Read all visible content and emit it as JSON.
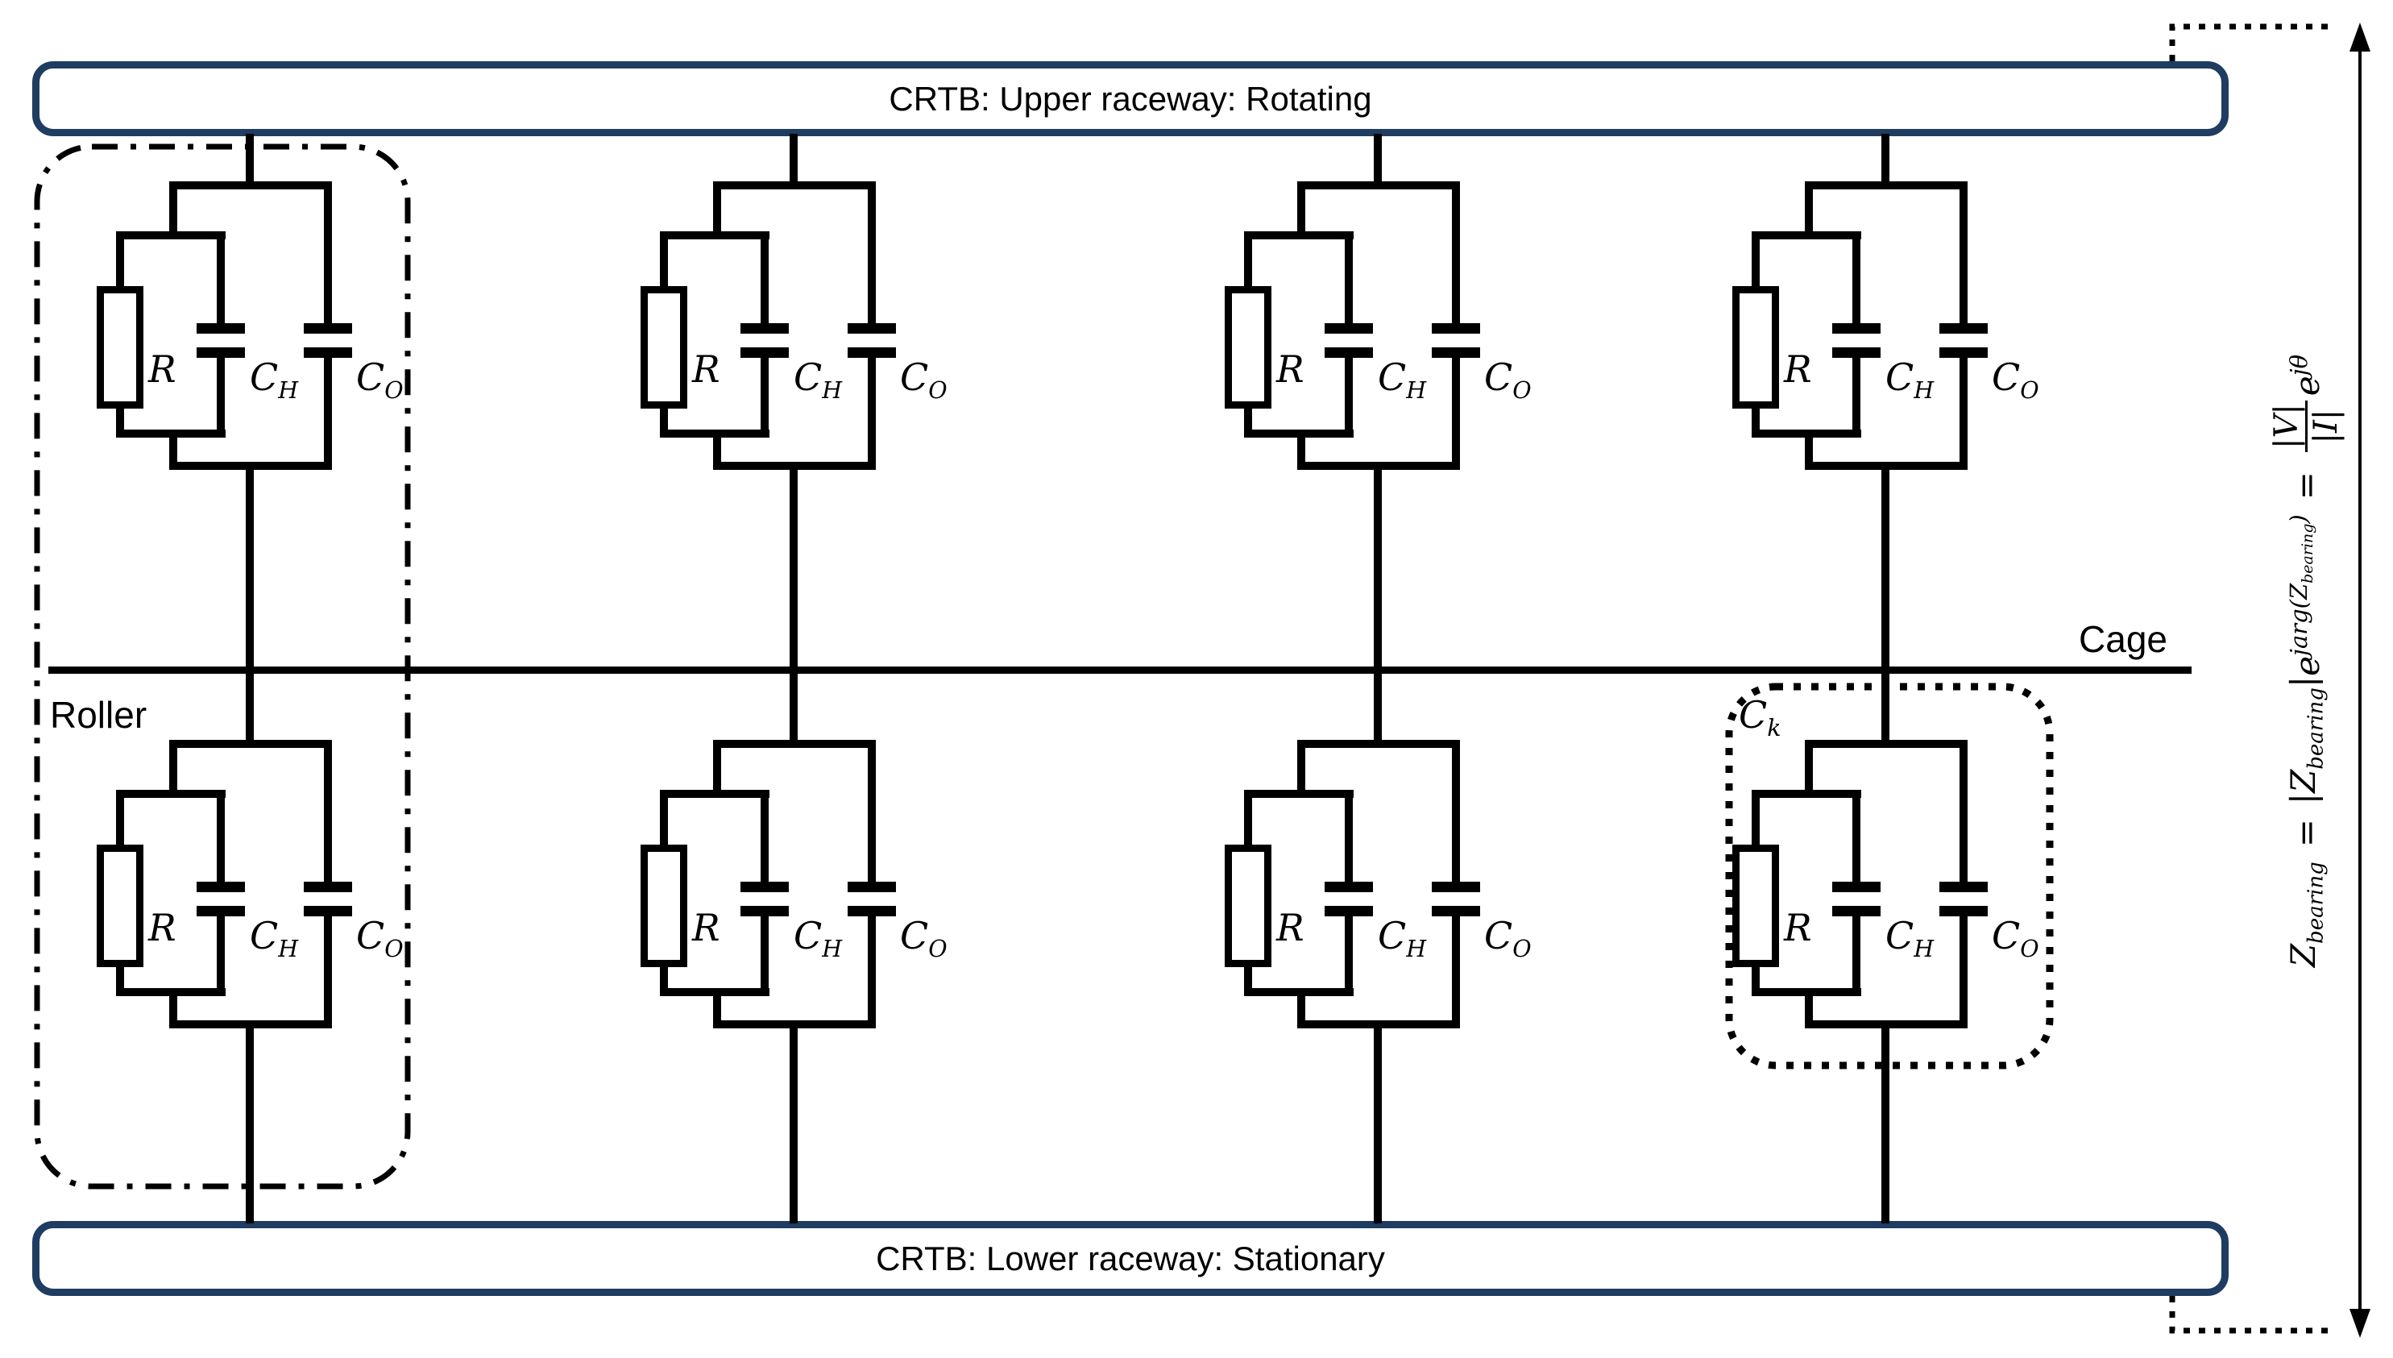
{
  "bars": {
    "upper": "CRTB: Upper raceway: Rotating",
    "lower": "CRTB: Lower raceway: Stationary"
  },
  "annotations": {
    "cage": "Cage",
    "roller": "Roller",
    "cage_capacitance": {
      "base": "C",
      "sub": "k"
    }
  },
  "unit_labels": {
    "resistor": "R",
    "cap_inner": {
      "base": "C",
      "sub": "H"
    },
    "cap_outer": {
      "base": "C",
      "sub": "O"
    }
  },
  "equation": {
    "lhs": {
      "base": "Z",
      "sub": "bearing"
    },
    "equals_1": "=",
    "magnitude": {
      "open": "|Z",
      "sub": "bearing",
      "close": "|"
    },
    "euler_base_1": "e",
    "exponent_1": {
      "prefix": "jarg(Z",
      "sub": "bearing",
      "suffix": ")"
    },
    "equals_2": "=",
    "fraction": {
      "numerator": "|V|",
      "denominator": "|I|"
    },
    "euler_base_2": "e",
    "exponent_2": "jθ"
  },
  "structure": {
    "roller_columns": 4,
    "rows": 2,
    "upper_raceway_position": "top",
    "lower_raceway_position": "bottom"
  },
  "colors": {
    "bar_border": "#1f3c61",
    "line": "#000000",
    "background": "#ffffff"
  }
}
